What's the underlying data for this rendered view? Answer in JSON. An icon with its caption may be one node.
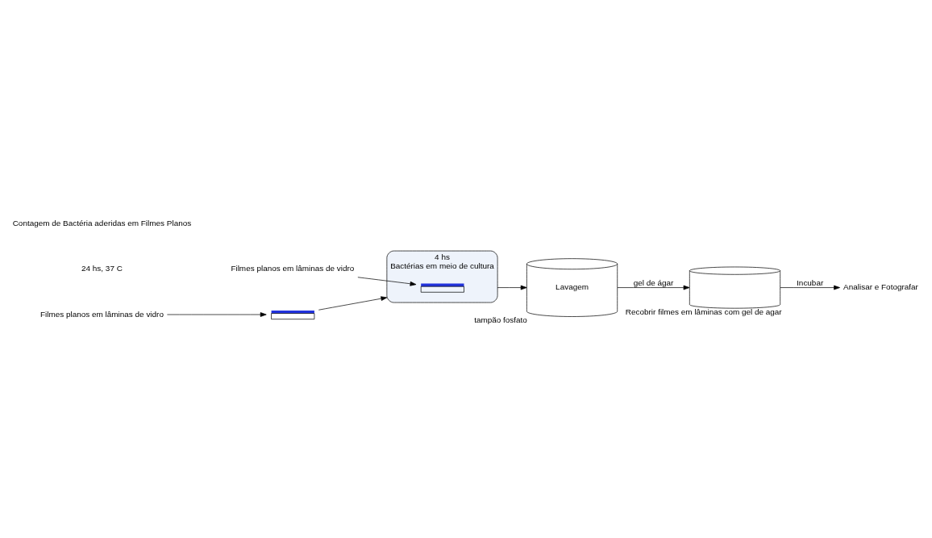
{
  "diagram": {
    "nodes": [
      {
        "text": [],
        "shape": "bar"
      },
      {
        "text": [
          "Filmes planos em lâminas de vidro"
        ]
      },
      {
        "text": [
          "Bactérias em meio de cultura"
        ],
        "beside": [
          "4 hs"
        ]
      },
      {
        "text": [],
        "shape": "bar",
        "in": 2
      },
      {
        "text": [
          "Filmes planos em lâminas de vidro"
        ]
      },
      {
        "text": [
          "Lavagem"
        ],
        "beside": [
          "tampão fosfato"
        ]
      },
      {
        "text": [],
        "shape": "cylinder",
        "beside": [
          "Recobrir filmes em lâminas com gel de agar"
        ]
      },
      {
        "text": [
          "Analisar e Fotografar"
        ]
      }
    ],
    "edges": [
      {
        "from": 1,
        "to": 0,
        "arrow": "to"
      },
      {
        "from": 4,
        "to": 3,
        "arrow": "to"
      },
      {
        "from": 0,
        "to": 2,
        "arrow": "to"
      },
      {
        "from": 2,
        "to": 5,
        "arrow": "to"
      },
      {
        "from": 5,
        "to": 6,
        "arrow": "to",
        "label": "gel de ágar"
      },
      {
        "from": 6,
        "to": 7,
        "arrow": "to",
        "label": "Incubar"
      }
    ],
    "labels": [
      "24 hs, 37 C",
      "Contagem de Bactéria aderidas em Filmes Planos"
    ]
  }
}
